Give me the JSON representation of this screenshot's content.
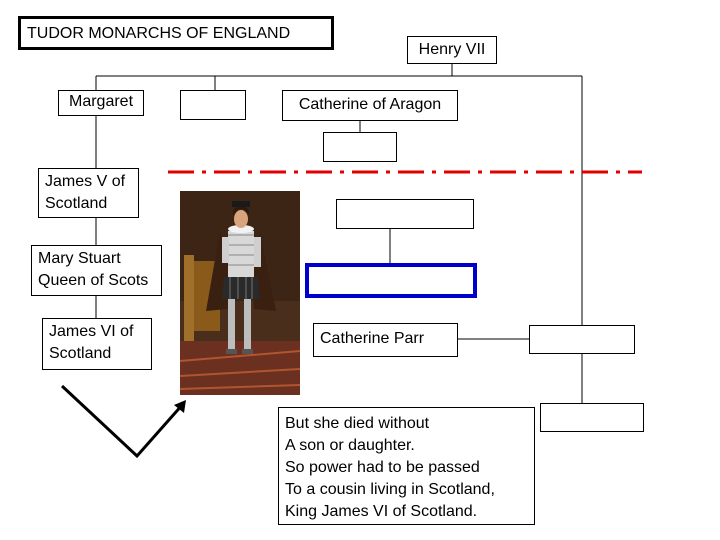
{
  "title": "TUDOR MONARCHS OF ENGLAND",
  "nodes": {
    "henry_vii": "Henry VII",
    "margaret": "Margaret",
    "catherine_of_aragon": "Catherine of Aragon",
    "james_v": "James V of\nScotland",
    "mary_stuart": "Mary Stuart\nQueen of Scots",
    "james_vi": "James VI of\nScotland",
    "catherine_parr": "Catherine Parr"
  },
  "note": "But she died without\nA son or daughter.\nSo power had to be passed\nTo a cousin living in Scotland,\nKing James VI of Scotland.",
  "colors": {
    "dashed_line": "#e00000",
    "highlight_box": "#0000cc"
  },
  "icons": {
    "portrait": "portrait-of-king-james-vi",
    "arrow": "v-shaped-arrow"
  }
}
